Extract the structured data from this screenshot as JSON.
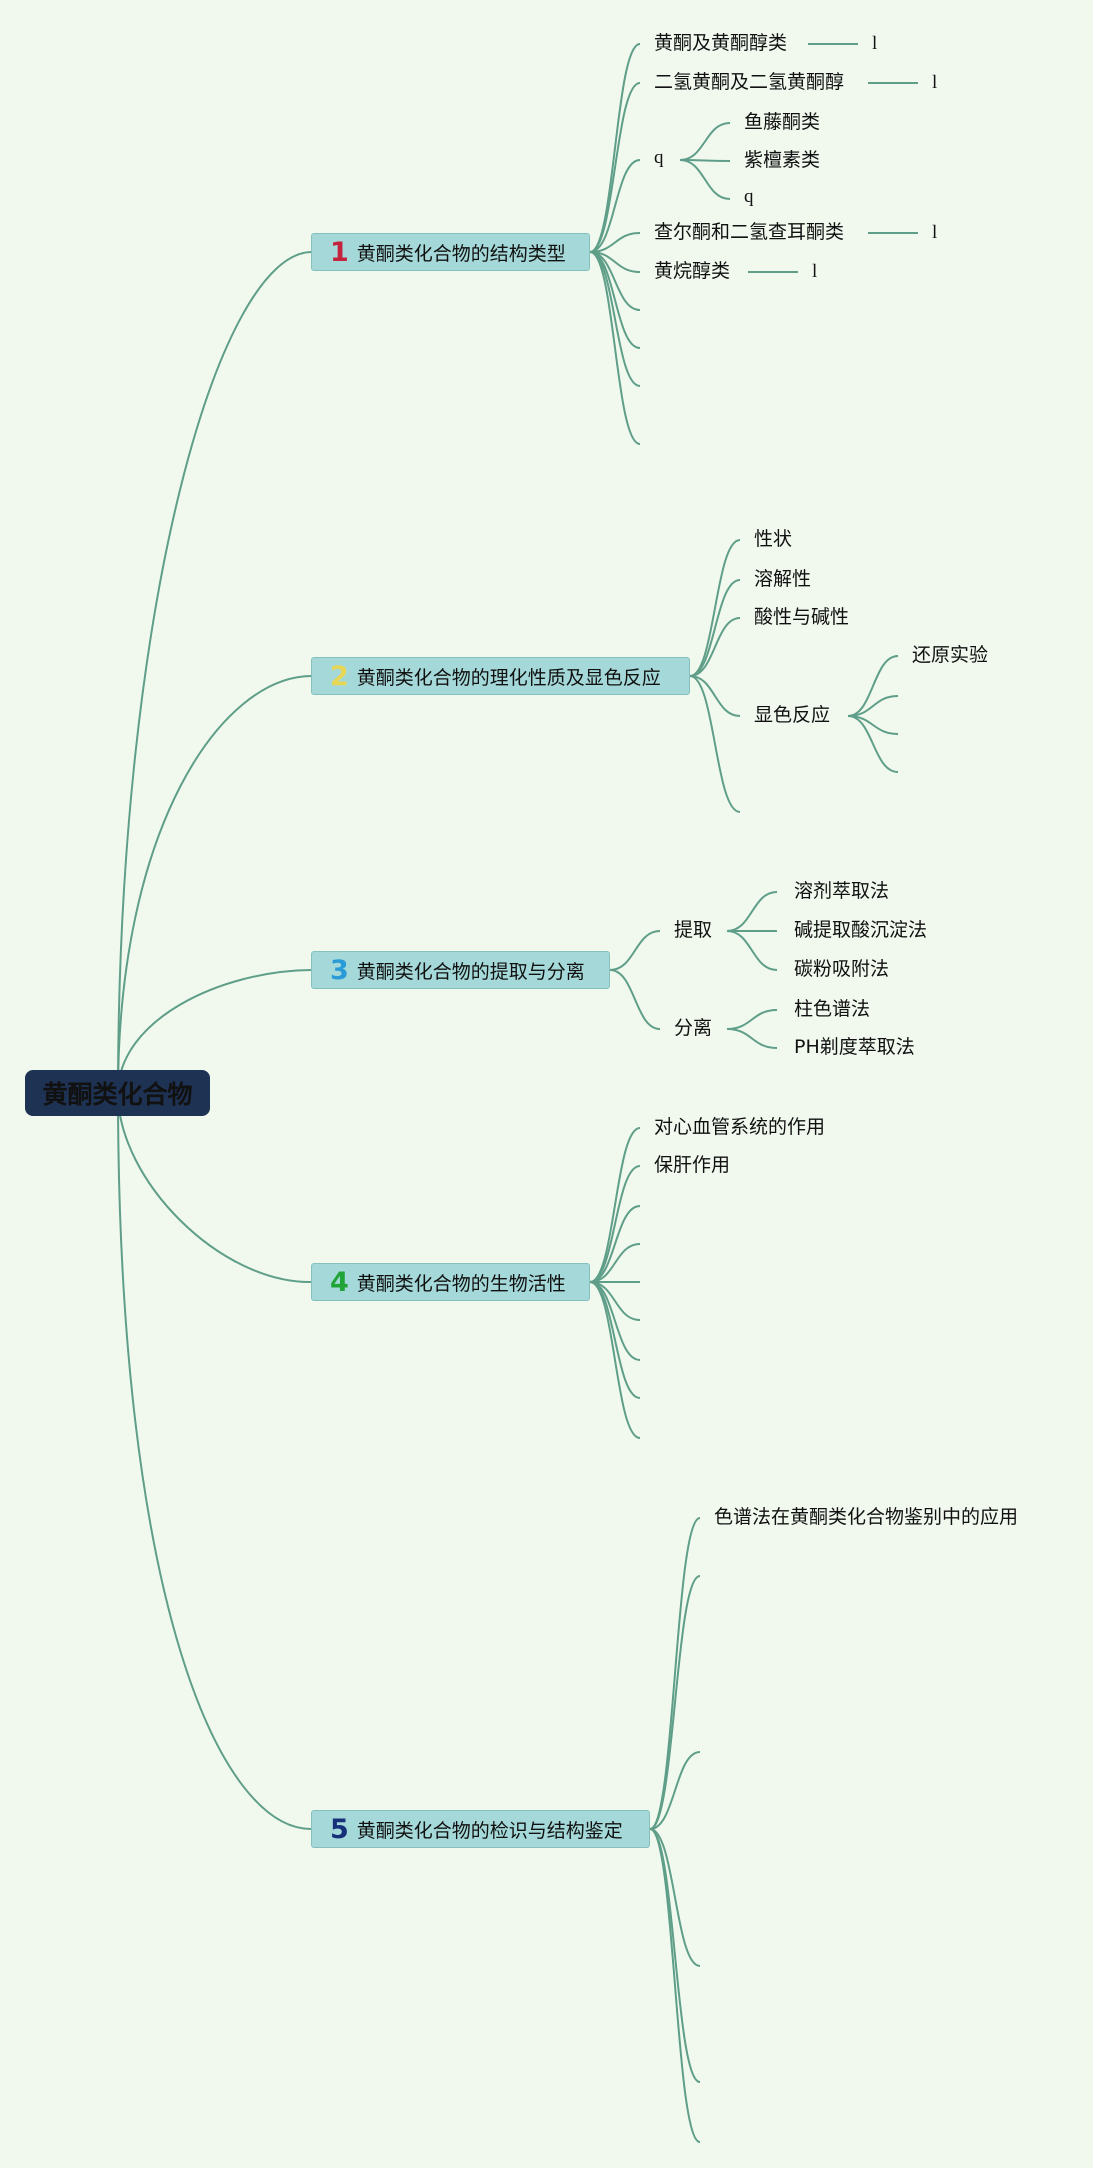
{
  "root": {
    "label": "黄酮类化合物"
  },
  "branches": [
    {
      "num": "1",
      "num_color": "#c3233c",
      "label": "黄酮类化合物的结构类型",
      "children": [
        {
          "label": "黄酮及黄酮醇类",
          "tail": "l"
        },
        {
          "label": "二氢黄酮及二氢黄酮醇",
          "tail": "l"
        },
        {
          "label": "q",
          "children": [
            {
              "label": "鱼藤酮类"
            },
            {
              "label": "紫檀素类"
            },
            {
              "label": "q"
            }
          ]
        },
        {
          "label": "查尔酮和二氢查耳酮类",
          "tail": "l"
        },
        {
          "label": "黄烷醇类",
          "tail": "l"
        }
      ]
    },
    {
      "num": "2",
      "num_color": "#e8d757",
      "label": "黄酮类化合物的理化性质及显色反应",
      "children": [
        {
          "label": "性状"
        },
        {
          "label": "溶解性"
        },
        {
          "label": "酸性与碱性"
        },
        {
          "label": "显色反应",
          "children": [
            {
              "label": "还原实验"
            }
          ]
        }
      ]
    },
    {
      "num": "3",
      "num_color": "#2a9bd6",
      "label": "黄酮类化合物的提取与分离",
      "children": [
        {
          "label": "提取",
          "children": [
            {
              "label": "溶剂萃取法"
            },
            {
              "label": "碱提取酸沉淀法"
            },
            {
              "label": "碳粉吸附法"
            }
          ]
        },
        {
          "label": "分离",
          "children": [
            {
              "label": "柱色谱法"
            },
            {
              "label": "PH剃度萃取法"
            }
          ]
        }
      ]
    },
    {
      "num": "4",
      "num_color": "#21a437",
      "label": "黄酮类化合物的生物活性",
      "children": [
        {
          "label": "对心血管系统的作用"
        },
        {
          "label": "保肝作用"
        }
      ]
    },
    {
      "num": "5",
      "num_color": "#16307a",
      "label": "黄酮类化合物的检识与结构鉴定",
      "children": [
        {
          "label": "色谱法在黄酮类化合物鉴别中的应用"
        }
      ]
    }
  ]
}
